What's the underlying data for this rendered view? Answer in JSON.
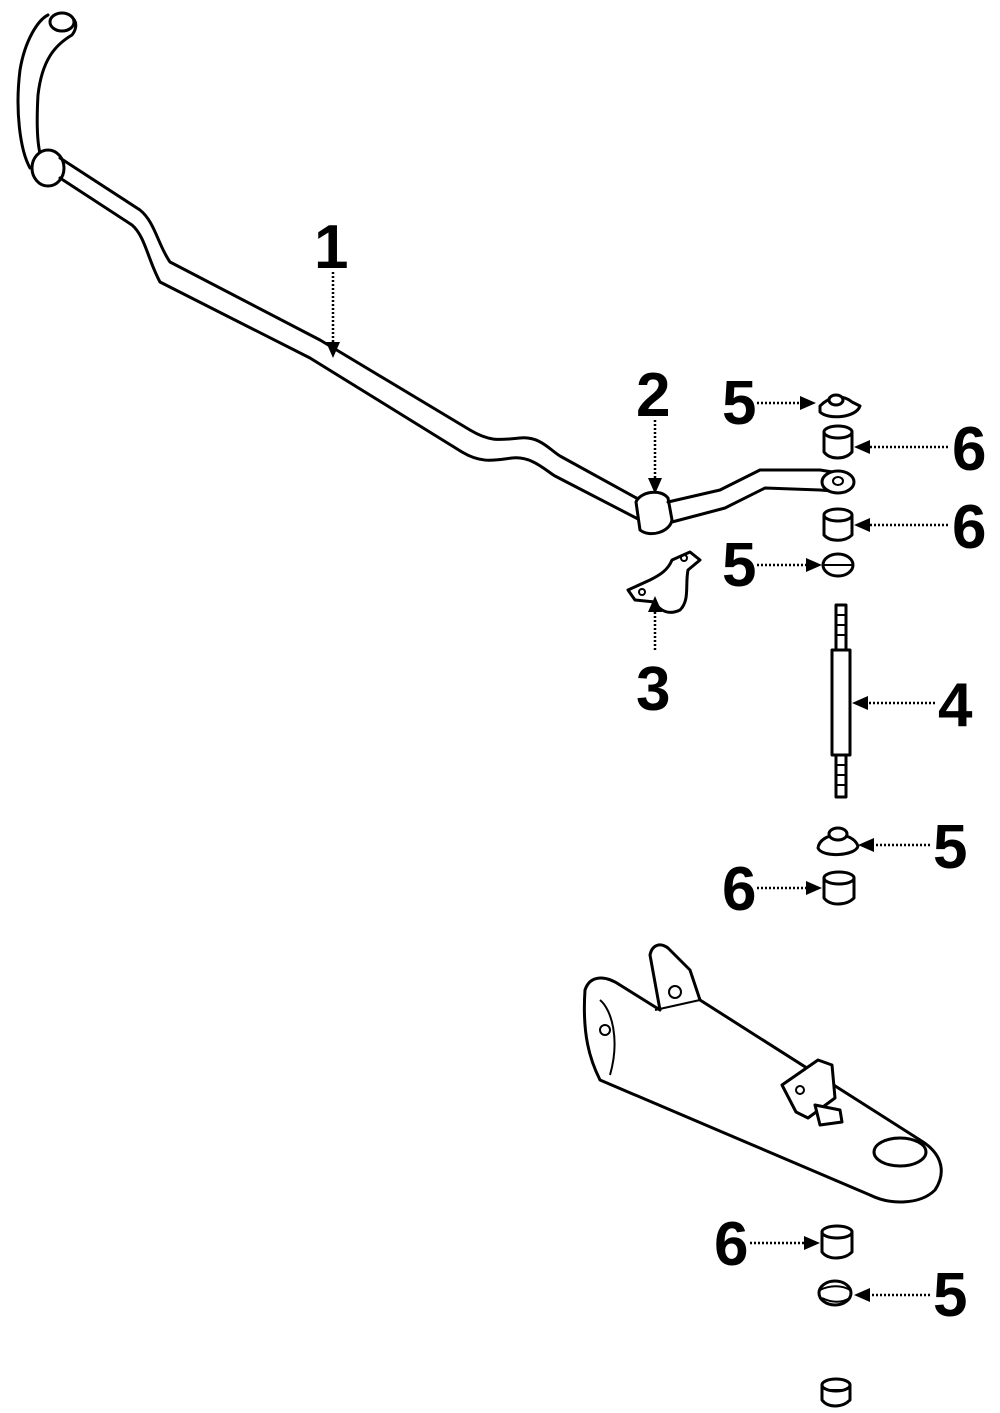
{
  "callouts": {
    "c1": "1",
    "c2": "2",
    "c3": "3",
    "c4": "4",
    "c5a": "5",
    "c5b": "5",
    "c5c": "5",
    "c5d": "5",
    "c6a": "6",
    "c6b": "6",
    "c6c": "6",
    "c6d": "6"
  }
}
